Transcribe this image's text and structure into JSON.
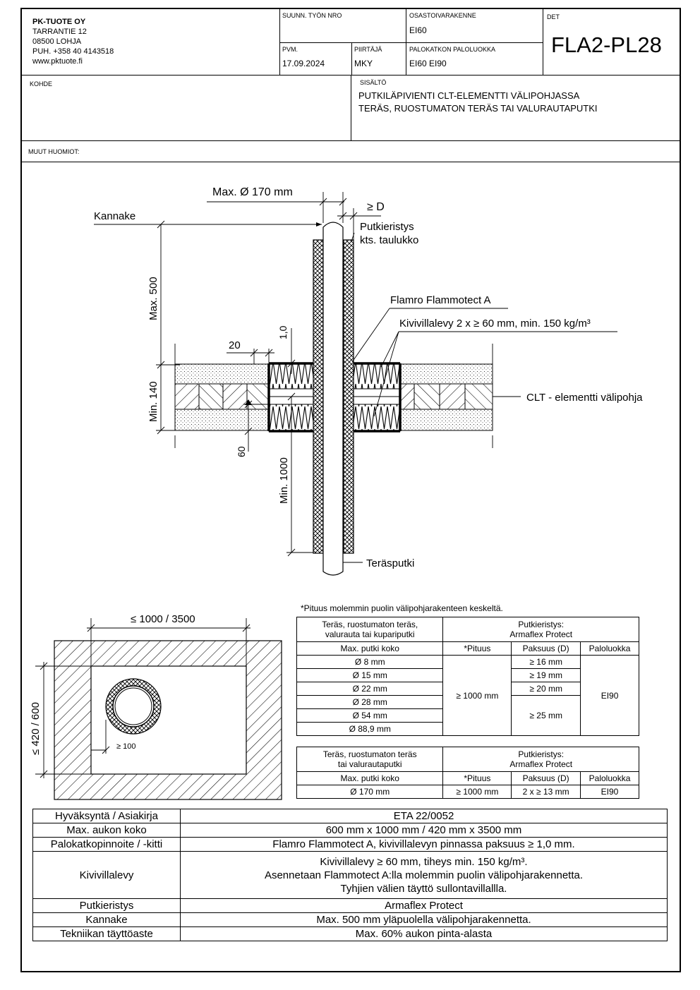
{
  "company": {
    "name": "PK-TUOTE OY",
    "street": "TARRANTIE 12",
    "city": "08500 LOHJA",
    "phone": "PUH. +358 40 4143518",
    "web": "www.pktuote.fi"
  },
  "header": {
    "work_no_label": "SUUNN. TYÖN NRO",
    "work_no_value": "",
    "structure_label": "OSASTOIVARAKENNE",
    "structure_value": "EI60",
    "det_label": "DET",
    "det_value": "FLA2-PL28",
    "date_label": "PVM.",
    "date_value": "17.09.2024",
    "drawer_label": "PIIRTÄJÄ",
    "drawer_value": "MKY",
    "class_label": "PALOKATKON PALOLUOKKA",
    "class_value": "EI60 EI90",
    "target_label": "KOHDE",
    "target_value": "",
    "content_label": "SISÄLTÖ",
    "content_line1": "PUTKILÄPIVIENTI CLT-ELEMENTTI VÄLIPOHJASSA",
    "content_line2": "TERÄS, RUOSTUMATON TERÄS TAI VALURAUTAPUTKI",
    "notes_label": "MUUT HUOMIOT:",
    "notes_value": ""
  },
  "section": {
    "max_dia": "Max. Ø 170 mm",
    "d_label": "≥ D",
    "insul_l1": "Putkieristys",
    "insul_l2": "kts. taulukko",
    "kannake": "Kannake",
    "max500": "Max. 500",
    "flamro": "Flamro Flammotect A",
    "kivivilla": "Kivivillalevy 2 x ≥ 60 mm, min. 150 kg/m³",
    "dim20": "20",
    "dim10": "1,0",
    "min140": "Min. 140",
    "clt": "CLT - elementti välipohja",
    "dim60": "60",
    "min1000": "Min. 1000",
    "pipe": "Teräsputki"
  },
  "plan": {
    "width": "≤ 1000 / 3500",
    "height": "≤ 420 / 600",
    "gap": "≥ 100"
  },
  "table1": {
    "note": "*Pituus molemmin puolin välipohjarakenteen keskeltä.",
    "col1_l1": "Teräs, ruostumaton teräs,",
    "col1_l2": "valurauta tai kupariputki",
    "ins_l1": "Putkieristys:",
    "ins_l2": "Armaflex Protect",
    "h_size": "Max. putki koko",
    "h_len": "*Pituus",
    "h_thick": "Paksuus (D)",
    "h_class": "Paloluokka",
    "sizes": [
      "Ø 8 mm",
      "Ø 15 mm",
      "Ø 22 mm",
      "Ø 28 mm",
      "Ø 54 mm",
      "Ø 88,9 mm"
    ],
    "len": "≥ 1000 mm",
    "thick": [
      "≥ 16 mm",
      "≥ 19 mm",
      "≥ 20 mm",
      "≥ 25 mm"
    ],
    "cls": "EI90"
  },
  "table2": {
    "col1_l1": "Teräs, ruostumaton teräs",
    "col1_l2": "tai valurautaputki",
    "ins_l1": "Putkieristys:",
    "ins_l2": "Armaflex Protect",
    "h_size": "Max. putki koko",
    "h_len": "*Pituus",
    "h_thick": "Paksuus (D)",
    "h_class": "Paloluokka",
    "size": "Ø 170 mm",
    "len": "≥ 1000 mm",
    "thick": "2 x ≥ 13 mm",
    "cls": "EI90"
  },
  "bottom": {
    "r1k": "Hyväksyntä / Asiakirja",
    "r1v": "ETA 22/0052",
    "r2k": "Max. aukon koko",
    "r2v": "600 mm x 1000 mm / 420 mm x 3500 mm",
    "r3k": "Palokatkopinnoite / -kitti",
    "r3v": "Flamro Flammotect A, kivivillalevyn pinnassa paksuus ≥ 1,0 mm.",
    "r4k": "Kivivillalevy",
    "r4v1": "Kivivillalevy ≥ 60 mm, tiheys min. 150 kg/m³.",
    "r4v2": "Asennetaan Flammotect A:lla molemmin puolin välipohjarakennetta.",
    "r4v3": "Tyhjien välien täyttö sullontavillallla.",
    "r5k": "Putkieristys",
    "r5v": "Armaflex Protect",
    "r6k": "Kannake",
    "r6v": "Max. 500 mm yläpuolella välipohjarakennetta.",
    "r7k": "Tekniikan täyttöaste",
    "r7v": "Max. 60% aukon pinta-alasta"
  }
}
